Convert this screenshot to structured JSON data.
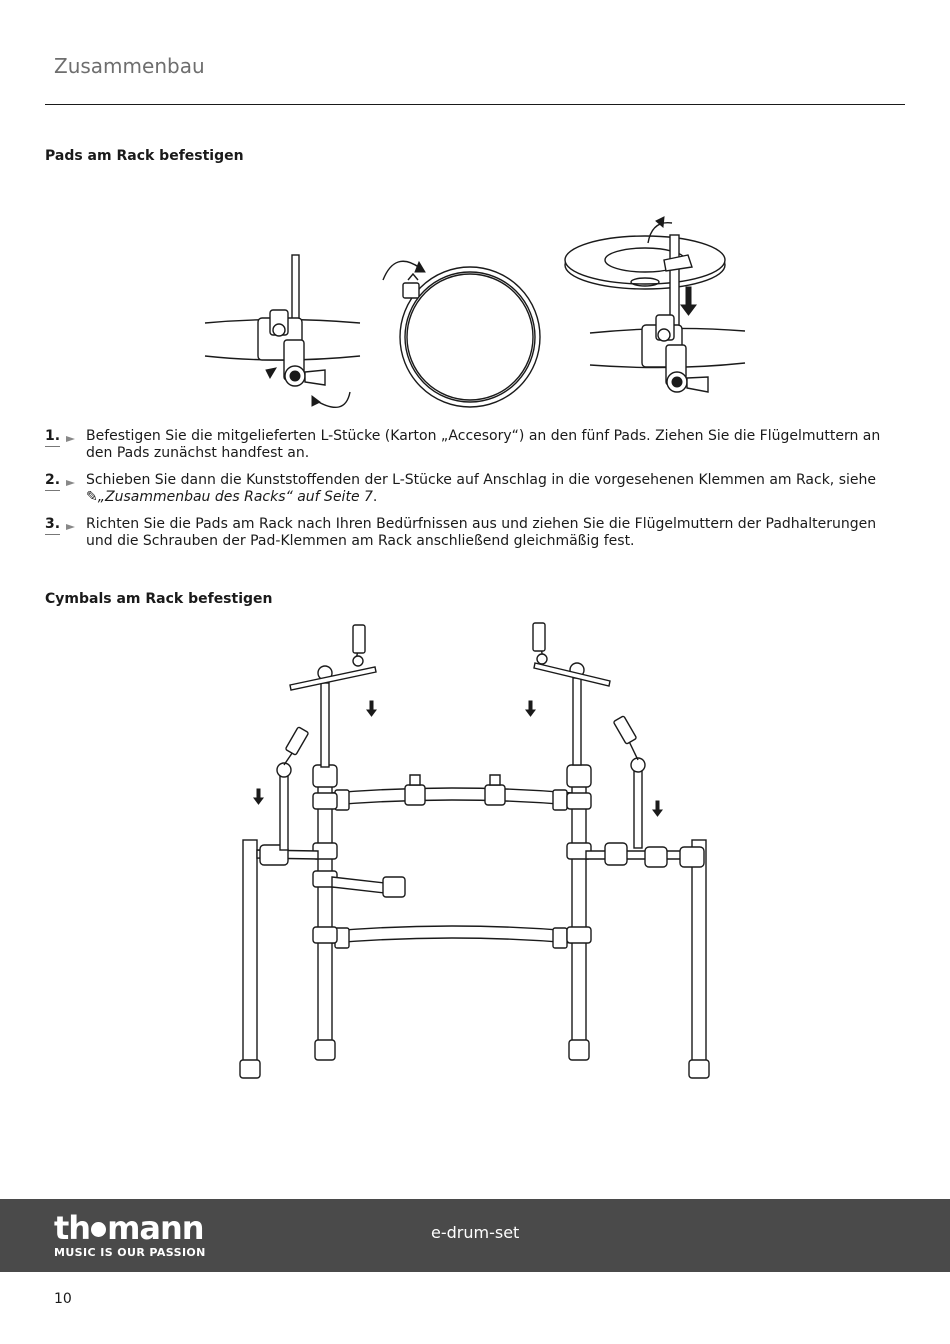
{
  "header": {
    "title": "Zusammenbau"
  },
  "sections": {
    "pads": {
      "heading": "Pads am Rack befestigen"
    },
    "cymbals": {
      "heading": "Cymbals am Rack befestigen"
    }
  },
  "steps": [
    {
      "number": "1.",
      "text": "Befestigen Sie die mitgelieferten L-Stücke (Karton „Accesory“) an den fünf Pads. Ziehen Sie die Flügelmuttern an den Pads zunächst handfest an."
    },
    {
      "number": "2.",
      "text": "Schieben Sie dann die Kunststoffenden der L-Stücke auf Anschlag in die vorgesehenen Klemmen am Rack, siehe ",
      "link_icon": "✎",
      "link": "„Zusammenbau des Racks“ auf Seite 7",
      "text_end": "."
    },
    {
      "number": "3.",
      "text": "Richten Sie die Pads am Rack nach Ihren Bedürfnissen aus und ziehen Sie die Flügelmuttern der Padhalterungen und die Schrauben der Pad-Klemmen am Rack anschließend gleichmäßig fest."
    }
  ],
  "footer": {
    "brand": "th",
    "brand_end": "mann",
    "tagline": "MUSIC IS OUR PASSION",
    "product": "e-drum-set",
    "background": "#4a4a4a"
  },
  "page_number": "10",
  "icons": {
    "step_arrow": "step-arrow-icon",
    "link": "pen-link-icon"
  }
}
